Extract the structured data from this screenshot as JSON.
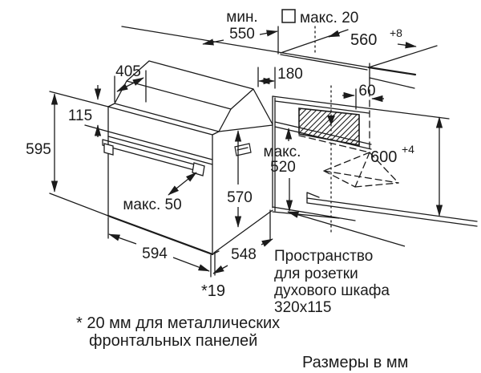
{
  "drawing": {
    "worktop": {
      "min_depth_label": "мин.",
      "min_depth_value": "550",
      "lip_label": "макс. 20",
      "cutout_width": "560",
      "cutout_width_tolerance": "+8"
    },
    "oven": {
      "top_depth": "405",
      "control_panel_height": "115",
      "front_height": "595",
      "handle_clearance": "макс. 50",
      "body_height": "570",
      "front_width": "594",
      "body_depth": "548",
      "front_gap": "*19"
    },
    "niche": {
      "back_offset": "180",
      "socket_offset": "60",
      "max_depth_label": "макс.",
      "max_depth_value": "520",
      "height": "600",
      "height_tolerance": "+4"
    },
    "socket_note_line1": "Пространство",
    "socket_note_line2": "для розетки",
    "socket_note_line3": "духового шкафа",
    "socket_note_line4": "320x115",
    "footnote_line1": "* 20 мм для металлических",
    "footnote_line2": "фронтальных панелей",
    "units_note": "Размеры в мм",
    "colors": {
      "line": "#1b1b1b",
      "background": "#ffffff"
    }
  }
}
